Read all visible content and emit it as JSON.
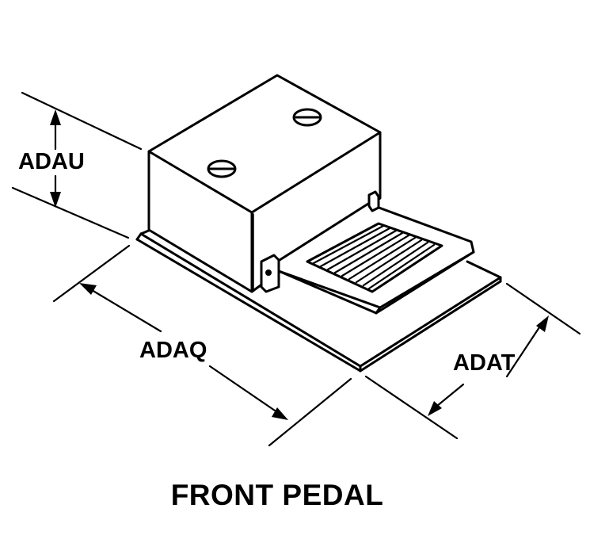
{
  "diagram": {
    "title": "FRONT PEDAL",
    "dimensions": {
      "height": "ADAU",
      "length": "ADAQ",
      "width": "ADAT"
    }
  }
}
